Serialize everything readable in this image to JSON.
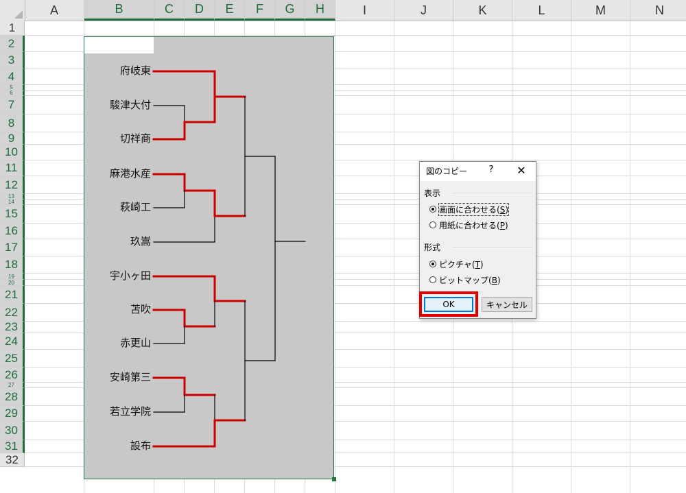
{
  "sheet": {
    "columns": [
      "A",
      "B",
      "C",
      "D",
      "E",
      "F",
      "G",
      "H",
      "I",
      "J",
      "K",
      "L",
      "M",
      "N"
    ],
    "rows": [
      "1",
      "2",
      "3",
      "4",
      "5",
      "6",
      "7",
      "8",
      "9",
      "10",
      "11",
      "12",
      "13",
      "14",
      "15",
      "16",
      "17",
      "18",
      "19",
      "20",
      "21",
      "22",
      "23",
      "24",
      "25",
      "26",
      "27",
      "28",
      "29",
      "30",
      "31",
      "32"
    ]
  },
  "bracket": {
    "teams": [
      "府岐東",
      "駿津大付",
      "切祥商",
      "麻港水産",
      "萩崎工",
      "玖嵩",
      "宇小ヶ田",
      "苫吹",
      "赤更山",
      "安崎第三",
      "若立学院",
      "設布"
    ],
    "highlight_color": "#cc0000",
    "line_color": "#000000"
  },
  "dialog": {
    "title": "図のコピー",
    "help": "?",
    "close": "✕",
    "display_group": "表示",
    "display_options": [
      {
        "label": "画面に合わせる",
        "key": "S",
        "selected": true
      },
      {
        "label": "用紙に合わせる",
        "key": "P",
        "selected": false
      }
    ],
    "format_group": "形式",
    "format_options": [
      {
        "label": "ピクチャ",
        "key": "T",
        "selected": true
      },
      {
        "label": "ビットマップ",
        "key": "B",
        "selected": false
      }
    ],
    "ok_label": "OK",
    "cancel_label": "キャンセル"
  },
  "colors": {
    "accent": "#21733f",
    "highlight": "#e00000",
    "picture_bg": "#c8c8c8"
  }
}
